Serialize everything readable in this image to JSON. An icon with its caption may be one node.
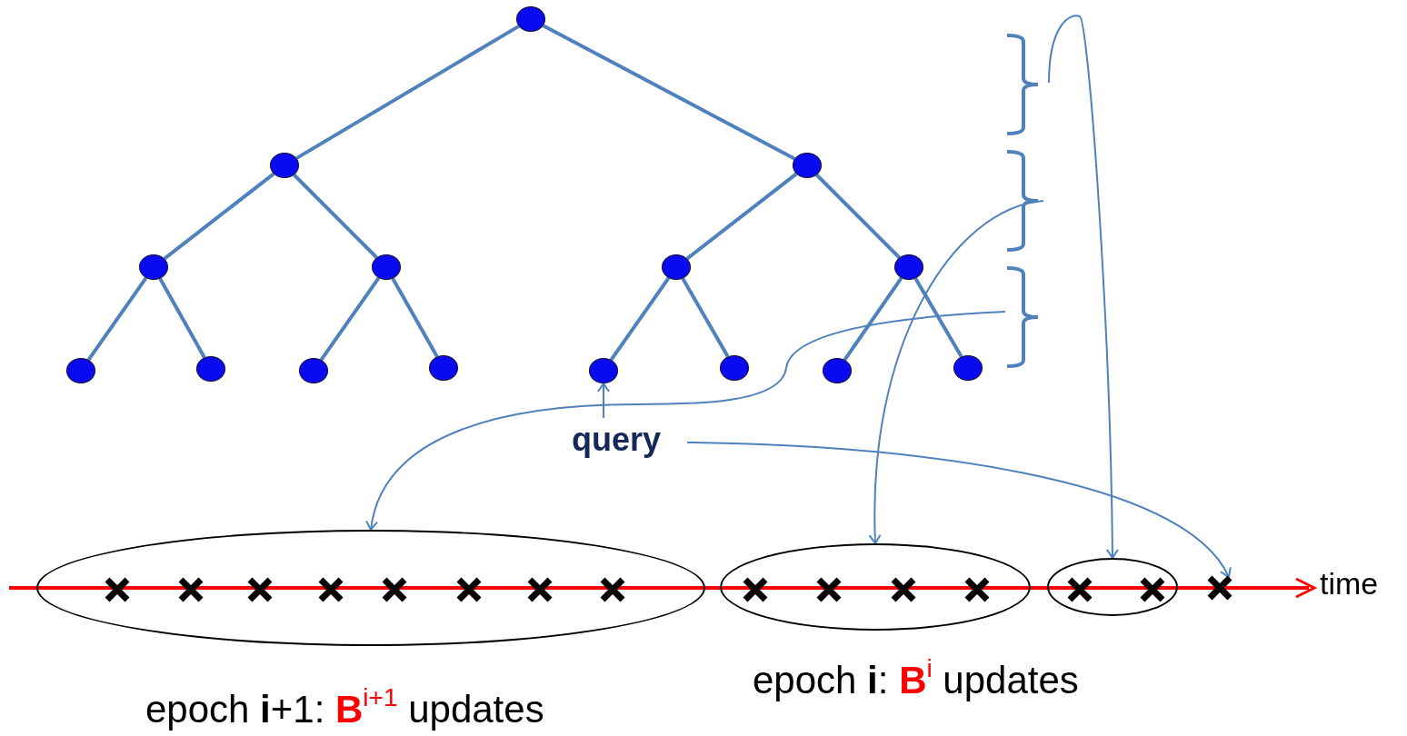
{
  "diagram": {
    "nodes": [
      {
        "text": [],
        "shape": "circle"
      },
      {
        "text": [],
        "shape": "circle"
      },
      {
        "text": [],
        "shape": "circle"
      },
      {
        "text": [],
        "shape": "circle"
      },
      {
        "text": [],
        "shape": "circle"
      },
      {
        "text": [],
        "shape": "circle"
      },
      {
        "text": [],
        "shape": "circle"
      },
      {
        "text": [],
        "shape": "circle"
      },
      {
        "text": [],
        "shape": "circle"
      },
      {
        "text": [],
        "shape": "circle"
      },
      {
        "text": [],
        "shape": "circle"
      },
      {
        "text": [],
        "shape": "circle"
      },
      {
        "text": [],
        "shape": "circle"
      },
      {
        "text": [],
        "shape": "circle"
      },
      {
        "text": [],
        "shape": "circle"
      },
      {
        "text": [],
        "shape": "bracket"
      },
      {
        "text": [],
        "shape": "bracket"
      },
      {
        "text": [],
        "shape": "bracket"
      },
      {
        "text": [
          "query"
        ]
      },
      {
        "text": [],
        "shape": "ellipse",
        "beside": [
          "epoch **i**+1: **B**$^{i+1}$ updates"
        ]
      },
      {
        "text": [],
        "shape": "ellipse",
        "beside": [
          "epoch **i**: **B**$^{i}$ updates"
        ]
      },
      {
        "text": [],
        "shape": "ellipse"
      },
      {
        "text": [],
        "shape": "cross",
        "in": 19
      },
      {
        "text": [],
        "shape": "cross",
        "in": 19
      },
      {
        "text": [],
        "shape": "cross",
        "in": 19
      },
      {
        "text": [],
        "shape": "cross",
        "in": 19
      },
      {
        "text": [],
        "shape": "cross",
        "in": 19
      },
      {
        "text": [],
        "shape": "cross",
        "in": 19
      },
      {
        "text": [],
        "shape": "cross",
        "in": 19
      },
      {
        "text": [],
        "shape": "cross",
        "in": 19
      },
      {
        "text": [],
        "shape": "cross",
        "in": 20
      },
      {
        "text": [],
        "shape": "cross",
        "in": 20
      },
      {
        "text": [],
        "shape": "cross",
        "in": 20
      },
      {
        "text": [],
        "shape": "cross",
        "in": 20
      },
      {
        "text": [],
        "shape": "cross",
        "in": 21
      },
      {
        "text": [],
        "shape": "cross",
        "in": 21
      },
      {
        "text": [],
        "shape": "cross"
      }
    ],
    "edges": [
      {
        "from": 0,
        "to": 1,
        "arrow": "none"
      },
      {
        "from": 0,
        "to": 2,
        "arrow": "none"
      },
      {
        "from": 1,
        "to": 3,
        "arrow": "none"
      },
      {
        "from": 1,
        "to": 4,
        "arrow": "none"
      },
      {
        "from": 2,
        "to": 5,
        "arrow": "none"
      },
      {
        "from": 2,
        "to": 6,
        "arrow": "none"
      },
      {
        "from": 3,
        "to": 7,
        "arrow": "none"
      },
      {
        "from": 3,
        "to": 8,
        "arrow": "none"
      },
      {
        "from": 4,
        "to": 9,
        "arrow": "none"
      },
      {
        "from": 4,
        "to": 10,
        "arrow": "none"
      },
      {
        "from": 5,
        "to": 11,
        "arrow": "none"
      },
      {
        "from": 5,
        "to": 12,
        "arrow": "none"
      },
      {
        "from": 6,
        "to": 13,
        "arrow": "none"
      },
      {
        "from": 6,
        "to": 14,
        "arrow": "none"
      },
      {
        "from": 15,
        "to": 21,
        "arrow": "to"
      },
      {
        "from": 16,
        "to": 20,
        "arrow": "to"
      },
      {
        "from": 17,
        "to": 19,
        "arrow": "to"
      },
      {
        "from": 18,
        "to": 11,
        "arrow": "to"
      },
      {
        "from": 18,
        "to": 36,
        "arrow": "to"
      }
    ],
    "labels": [
      "time"
    ]
  }
}
